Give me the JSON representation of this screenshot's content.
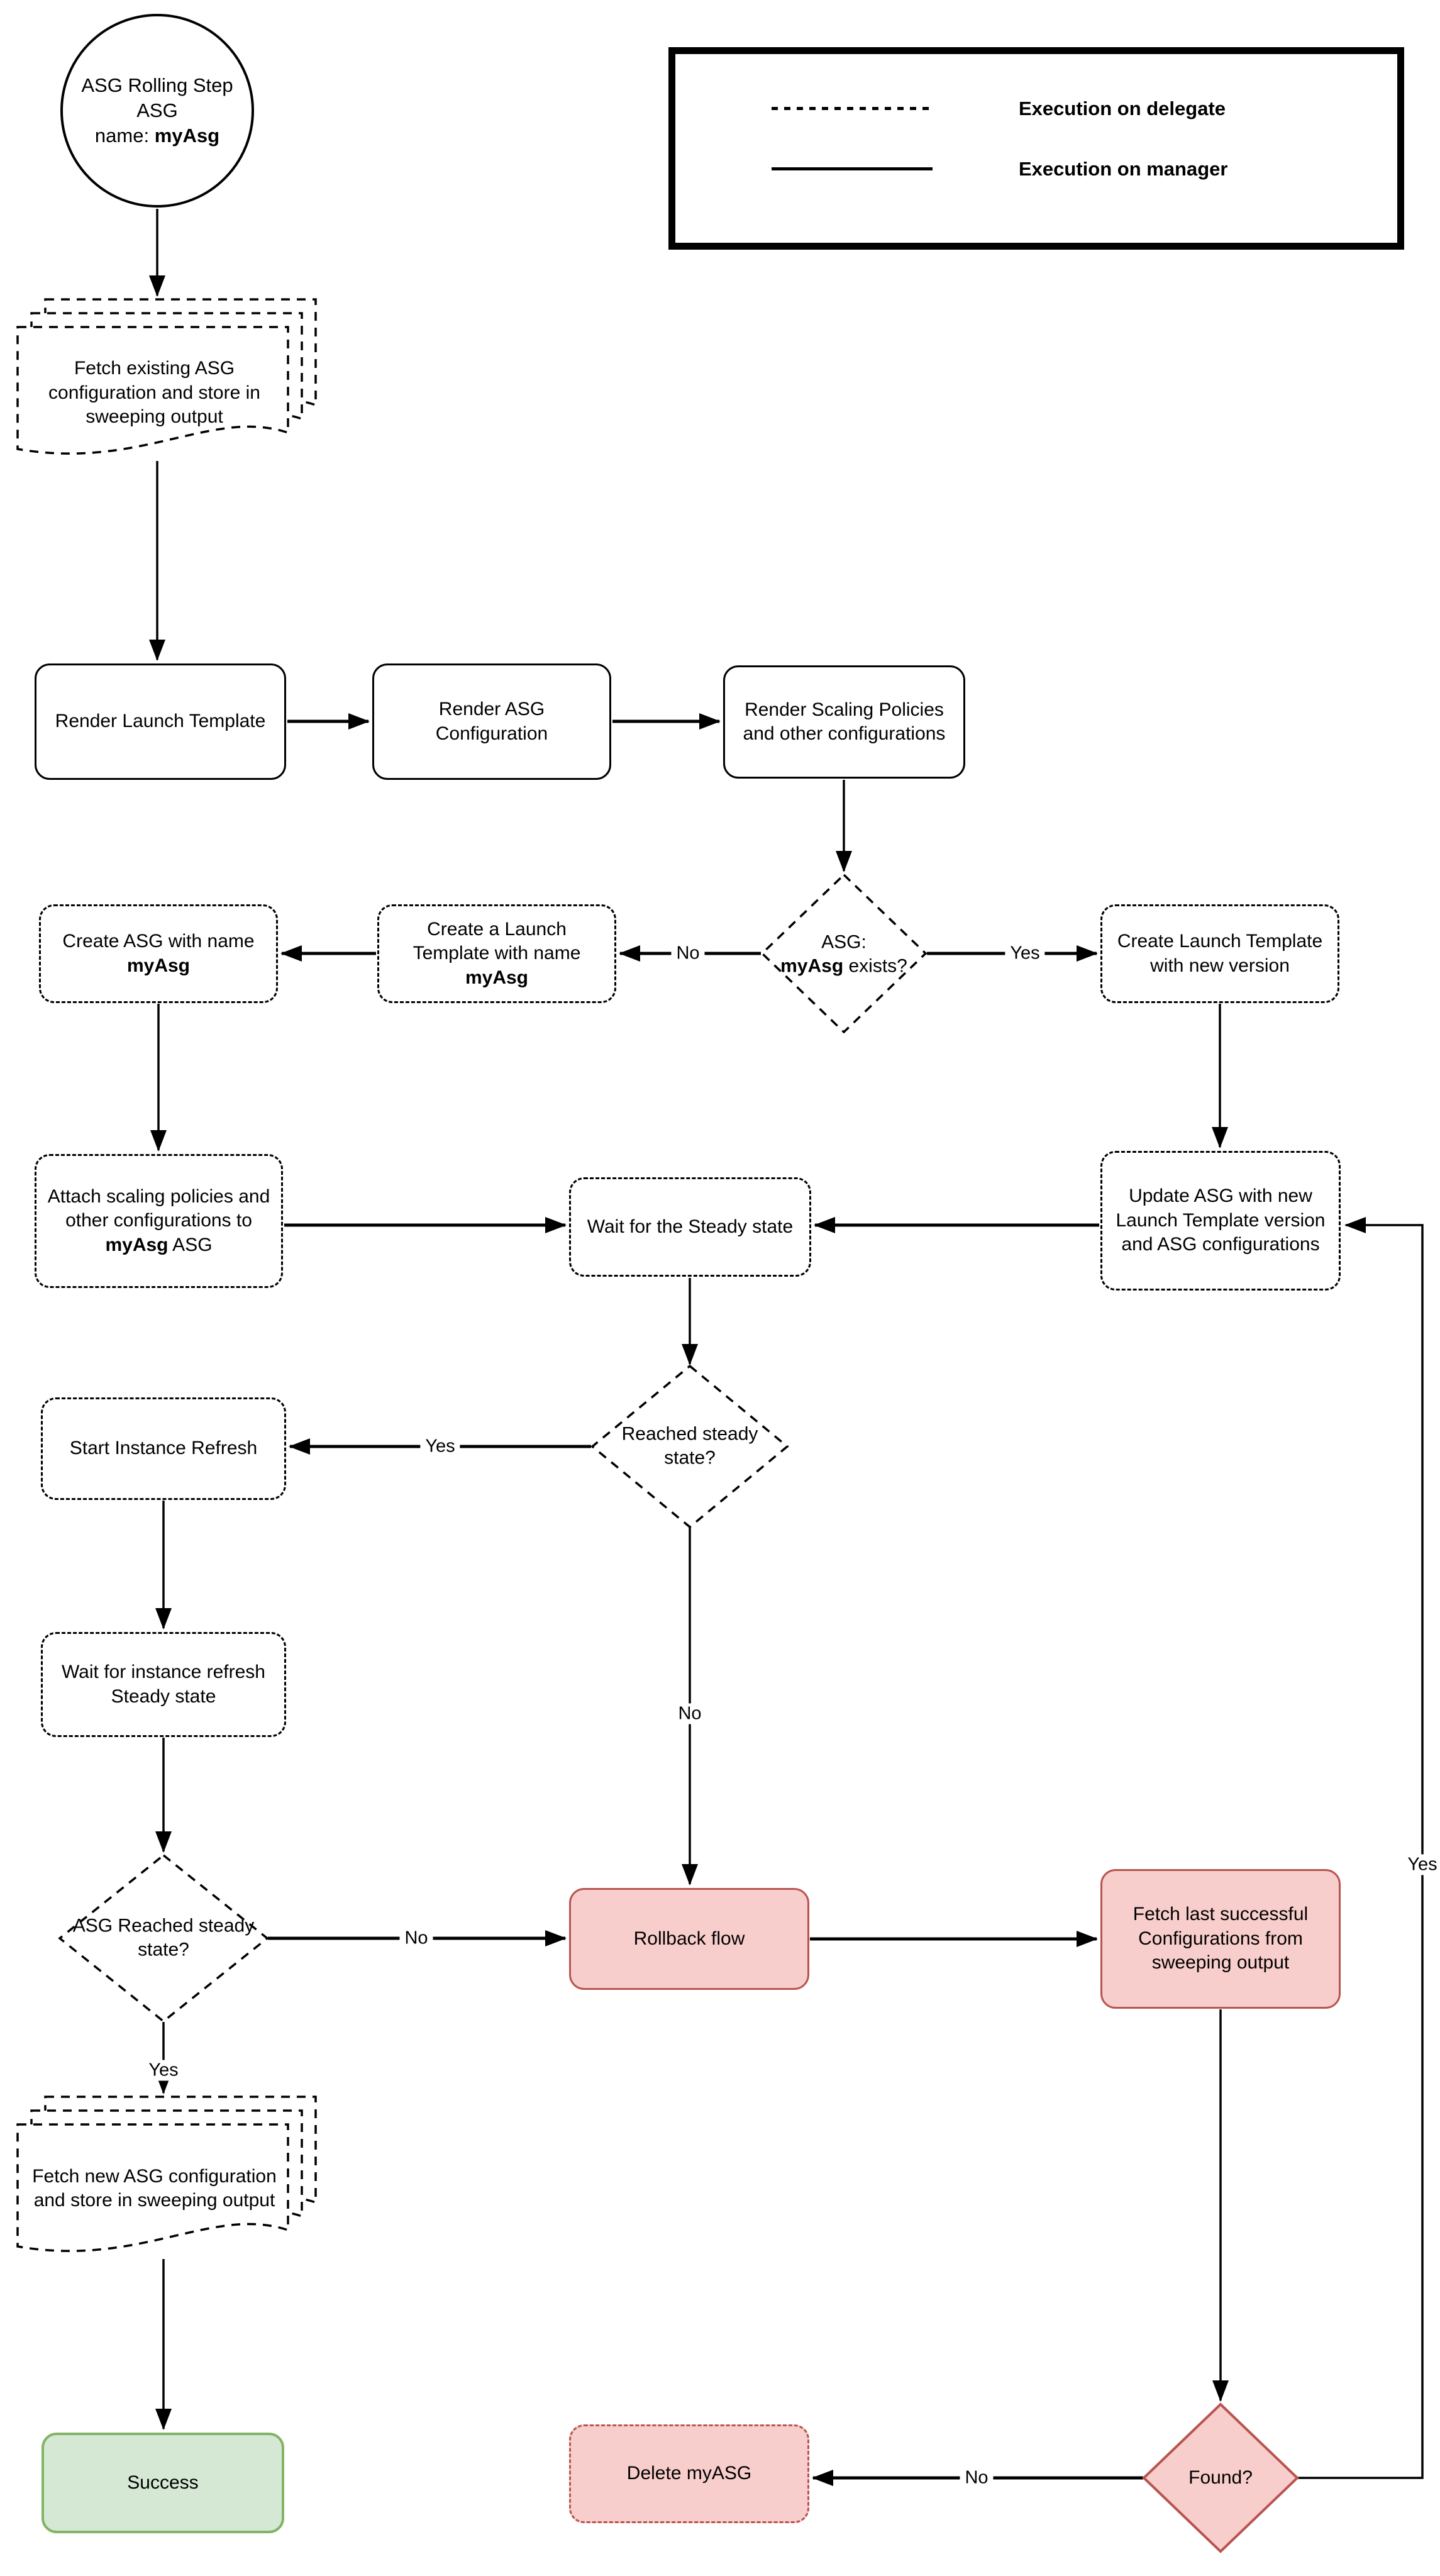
{
  "colors": {
    "pink_fill": "#f8cecc",
    "red_stroke": "#b85450",
    "green_fill": "#d5e8d4",
    "green_stroke": "#82b366",
    "line": "#000000",
    "background": "#ffffff"
  },
  "legend": {
    "delegate_label": "Execution on delegate",
    "manager_label": "Execution on manager"
  },
  "nodes": {
    "start_circle": {
      "line1": "ASG Rolling Step",
      "line2": "ASG",
      "name_prefix": "name: ",
      "name_bold": "myAsg"
    },
    "fetch_existing": {
      "label": "Fetch existing ASG configuration and store in sweeping output"
    },
    "render_launch_template": {
      "label": "Render Launch Template"
    },
    "render_asg_config": {
      "label": "Render ASG Configuration"
    },
    "render_scaling": {
      "label": "Render Scaling Policies and other configurations"
    },
    "asg_exists": {
      "line1": "ASG:",
      "bold": "myAsg",
      "post": " exists?"
    },
    "create_launch_template_named": {
      "pre": "Create a Launch Template with name ",
      "bold": "myAsg"
    },
    "create_asg": {
      "pre": "Create ASG with name ",
      "bold": "myAsg"
    },
    "create_launch_template_new": {
      "label": "Create Launch Template with new version"
    },
    "attach_policies": {
      "pre": "Attach scaling policies and other configurations to ",
      "bold": "myAsg",
      "post": " ASG"
    },
    "wait_steady": {
      "label": "Wait for the Steady state"
    },
    "update_asg": {
      "label": "Update ASG with new Launch Template version and ASG configurations"
    },
    "reached_steady": {
      "label": "Reached steady state?"
    },
    "start_instance_refresh": {
      "label": "Start Instance Refresh"
    },
    "wait_instance_refresh": {
      "label": "Wait for instance refresh Steady state"
    },
    "asg_reached_steady": {
      "label": "ASG Reached steady state?"
    },
    "rollback": {
      "label": "Rollback flow"
    },
    "fetch_last": {
      "label": "Fetch last successful Configurations from sweeping output"
    },
    "fetch_new": {
      "label": "Fetch new ASG configuration and store in sweeping output"
    },
    "success": {
      "label": "Success"
    },
    "delete_asg": {
      "label": "Delete myASG"
    },
    "found": {
      "label": "Found?"
    }
  },
  "edge_labels": {
    "exists_no": "No",
    "exists_yes": "Yes",
    "reached_yes": "Yes",
    "reached_no": "No",
    "asg_reached_no": "No",
    "asg_reached_yes": "Yes",
    "found_no": "No",
    "found_yes": "Yes"
  }
}
